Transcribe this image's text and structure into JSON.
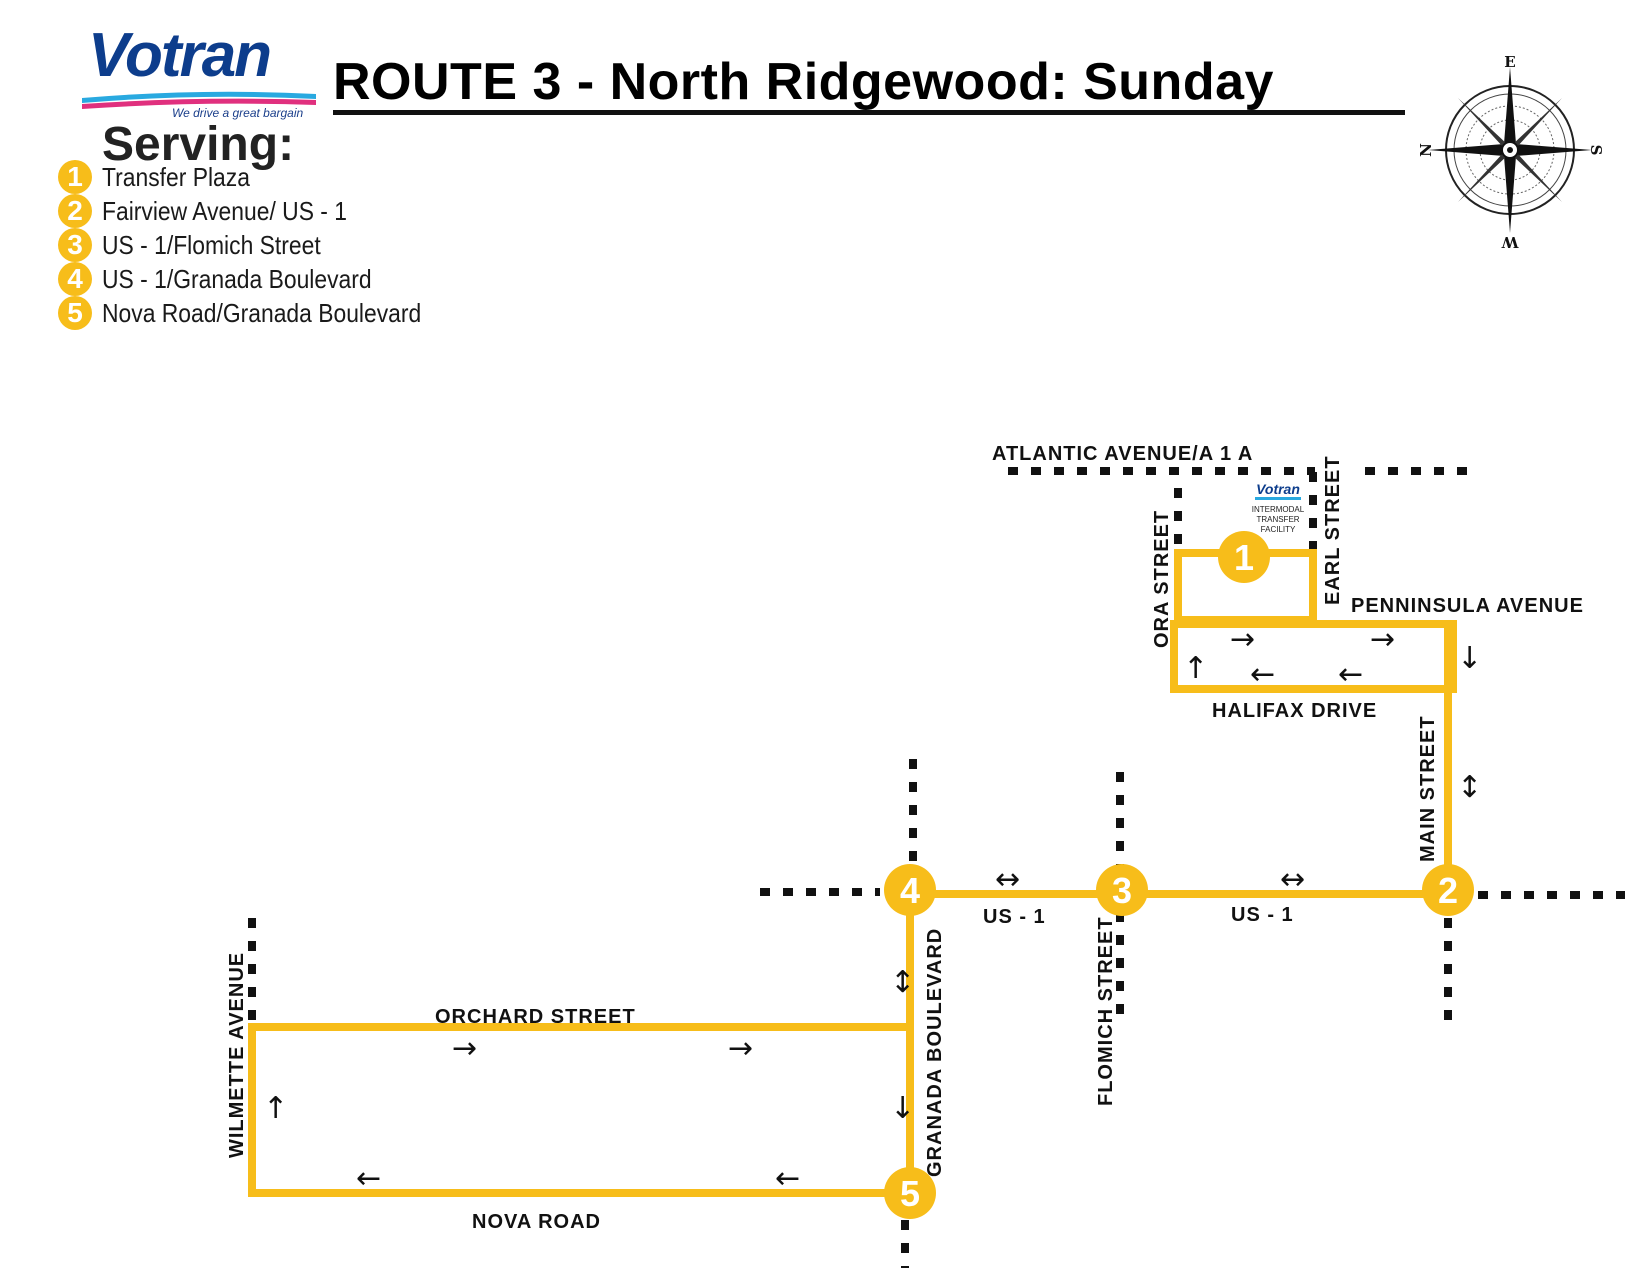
{
  "header": {
    "logo_text": "Votran",
    "logo_tagline": "We drive a great bargain",
    "title": "ROUTE 3 - North Ridgewood: Sunday"
  },
  "serving": {
    "heading": "Serving:",
    "stops": [
      {
        "number": "1",
        "name": "Transfer Plaza"
      },
      {
        "number": "2",
        "name": "Fairview Avenue/ US - 1"
      },
      {
        "number": "3",
        "name": "US - 1/Flomich Street"
      },
      {
        "number": "4",
        "name": "US - 1/Granada Boulevard"
      },
      {
        "number": "5",
        "name": "Nova Road/Granada Boulevard"
      }
    ]
  },
  "compass": {
    "labels": {
      "top": "E",
      "right": "S",
      "bottom": "W",
      "left": "N"
    }
  },
  "map": {
    "streets": {
      "atlantic": "ATLANTIC AVENUE/A 1 A",
      "ora": "ORA STREET",
      "earl": "EARL STREET",
      "penninsula": "PENNINSULA AVENUE",
      "halifax": "HALIFAX DRIVE",
      "main": "MAIN STREET",
      "us1_west": "US - 1",
      "us1_east": "US - 1",
      "flomich": "FLOMICH STREET",
      "granada": "GRANADA BOULEVARD",
      "orchard": "ORCHARD STREET",
      "nova": "NOVA ROAD",
      "wilmette": "WILMETTE AVENUE"
    },
    "facility": {
      "logo": "Votran",
      "line1": "INTERMODAL",
      "line2": "TRANSFER",
      "line3": "FACILITY"
    },
    "nodes": {
      "n1": "1",
      "n2": "2",
      "n3": "3",
      "n4": "4",
      "n5": "5"
    },
    "arrows": {
      "right": "→",
      "left": "←",
      "up": "↑",
      "down": "↓",
      "both_h": "↔",
      "both_v": "↕"
    },
    "route_color": "#f7bd1a"
  }
}
